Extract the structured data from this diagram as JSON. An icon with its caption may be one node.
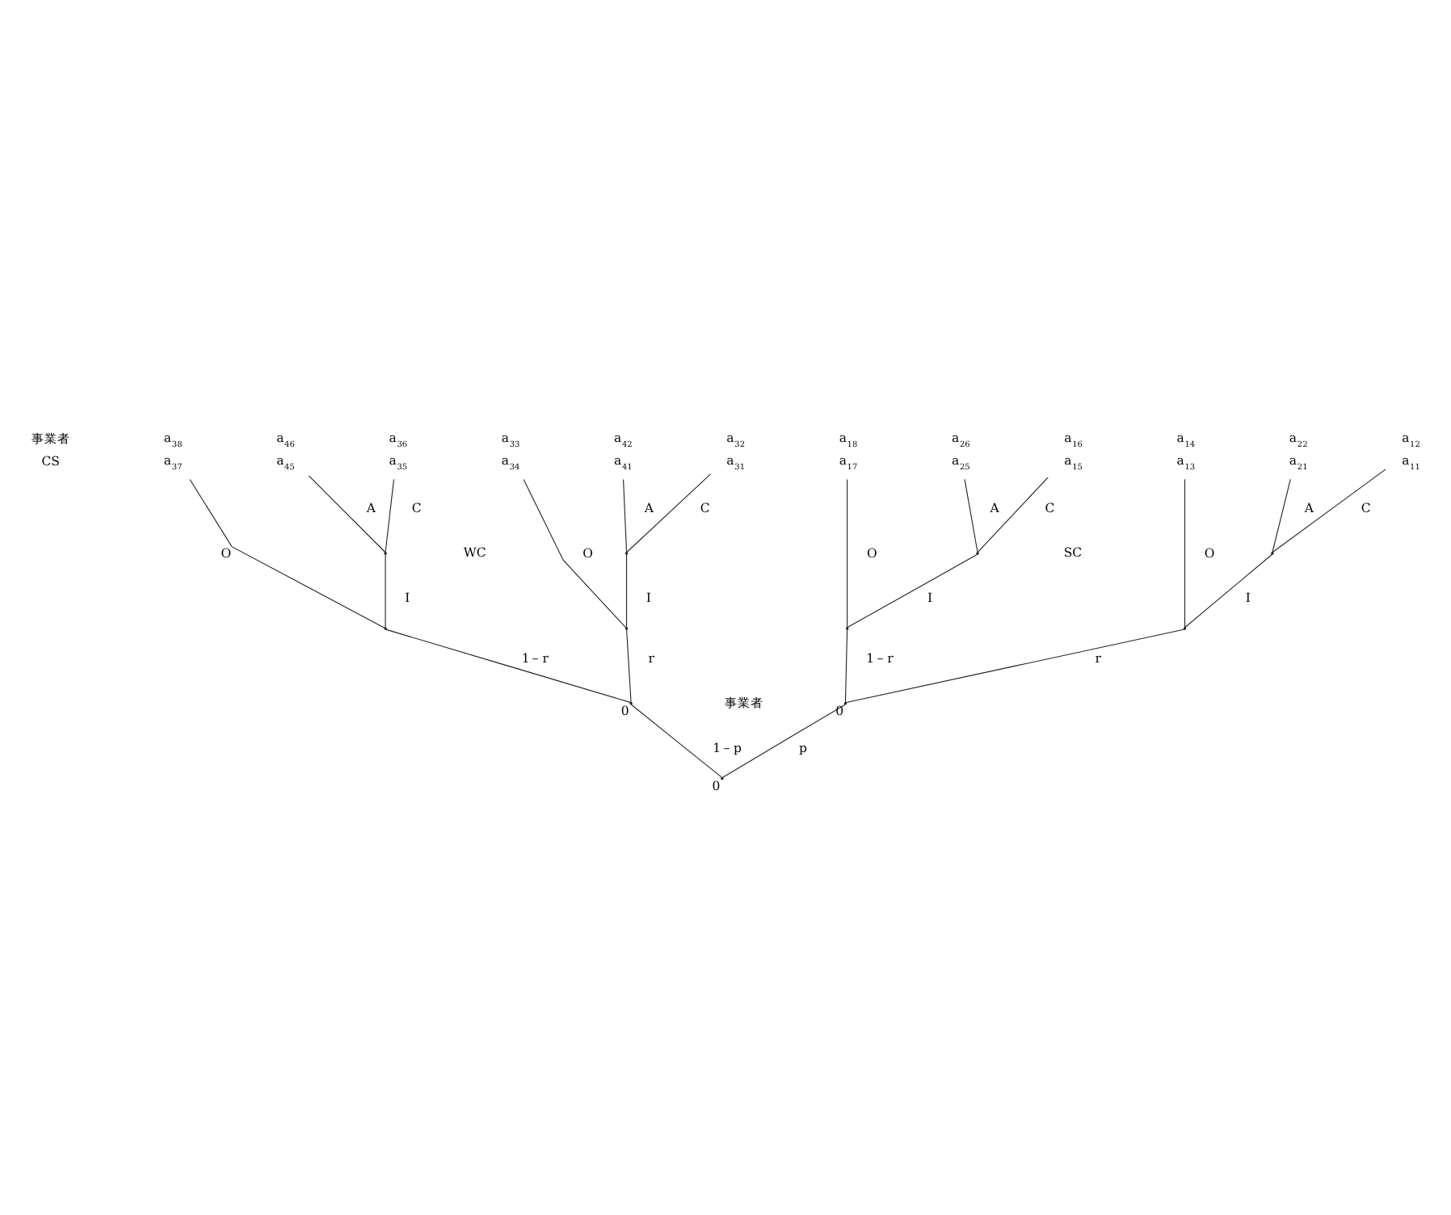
{
  "diagram": {
    "nodes": [
      {
        "text": [
          "a$_{38}$",
          "a$_{37}$"
        ]
      },
      {
        "text": [
          "a$_{46}$",
          "a$_{45}$"
        ]
      },
      {
        "text": [
          "a$_{36}$",
          "a$_{35}$"
        ]
      },
      {
        "text": [
          "a$_{33}$",
          "a$_{34}$"
        ]
      },
      {
        "text": [
          "a$_{42}$",
          "a$_{41}$"
        ]
      },
      {
        "text": [
          "a$_{32}$",
          "a$_{31}$"
        ]
      },
      {
        "text": [
          "a$_{18}$",
          "a$_{17}$"
        ]
      },
      {
        "text": [
          "a$_{26}$",
          "a$_{25}$"
        ]
      },
      {
        "text": [
          "a$_{16}$",
          "a$_{15}$"
        ]
      },
      {
        "text": [
          "a$_{14}$",
          "a$_{13}$"
        ]
      },
      {
        "text": [
          "a$_{22}$",
          "a$_{21}$"
        ]
      },
      {
        "text": [
          "a$_{12}$",
          "a$_{11}$"
        ]
      },
      {
        "text": [],
        "shape": "point"
      },
      {
        "text": [],
        "shape": "point"
      },
      {
        "text": [],
        "shape": "point"
      },
      {
        "text": [],
        "shape": "point"
      },
      {
        "text": [],
        "shape": "point"
      },
      {
        "text": [],
        "shape": "point"
      },
      {
        "text": [],
        "shape": "point"
      },
      {
        "text": [],
        "shape": "point"
      },
      {
        "text": [],
        "shape": "point",
        "beside": [
          "0"
        ]
      },
      {
        "text": [],
        "shape": "point",
        "beside": [
          "0"
        ]
      },
      {
        "text": [],
        "shape": "point",
        "beside": [
          "0"
        ]
      }
    ],
    "edges": [
      {
        "from": 22,
        "to": 20,
        "arrow": "none",
        "label": "1－p"
      },
      {
        "from": 20,
        "to": 16,
        "arrow": "none",
        "label": "1－r"
      },
      {
        "from": 16,
        "to": 0,
        "arrow": "none",
        "label": "O"
      },
      {
        "from": 16,
        "to": 12,
        "arrow": "none",
        "label": "I"
      },
      {
        "from": 12,
        "to": 1,
        "arrow": "none",
        "label": "A"
      },
      {
        "from": 12,
        "to": 2,
        "arrow": "none",
        "label": "C"
      },
      {
        "from": 20,
        "to": 17,
        "arrow": "none",
        "label": "r"
      },
      {
        "from": 17,
        "to": 3,
        "arrow": "none",
        "label": "O"
      },
      {
        "from": 17,
        "to": 13,
        "arrow": "none",
        "label": "I"
      },
      {
        "from": 13,
        "to": 4,
        "arrow": "none",
        "label": "A"
      },
      {
        "from": 13,
        "to": 5,
        "arrow": "none",
        "label": "C"
      },
      {
        "from": 22,
        "to": 21,
        "arrow": "none",
        "label": "p"
      },
      {
        "from": 21,
        "to": 18,
        "arrow": "none",
        "label": "1－r"
      },
      {
        "from": 18,
        "to": 6,
        "arrow": "none",
        "label": "O"
      },
      {
        "from": 18,
        "to": 14,
        "arrow": "none",
        "label": "I"
      },
      {
        "from": 14,
        "to": 7,
        "arrow": "none",
        "label": "A"
      },
      {
        "from": 14,
        "to": 8,
        "arrow": "none",
        "label": "C"
      },
      {
        "from": 21,
        "to": 19,
        "arrow": "none",
        "label": "r"
      },
      {
        "from": 19,
        "to": 9,
        "arrow": "none",
        "label": "O"
      },
      {
        "from": 19,
        "to": 15,
        "arrow": "none",
        "label": "I"
      },
      {
        "from": 15,
        "to": 10,
        "arrow": "none",
        "label": "A"
      },
      {
        "from": 15,
        "to": 11,
        "arrow": "none",
        "label": "C"
      }
    ],
    "labels": [
      "事業者",
      "CS",
      "WC",
      "SC",
      "事業者"
    ]
  }
}
